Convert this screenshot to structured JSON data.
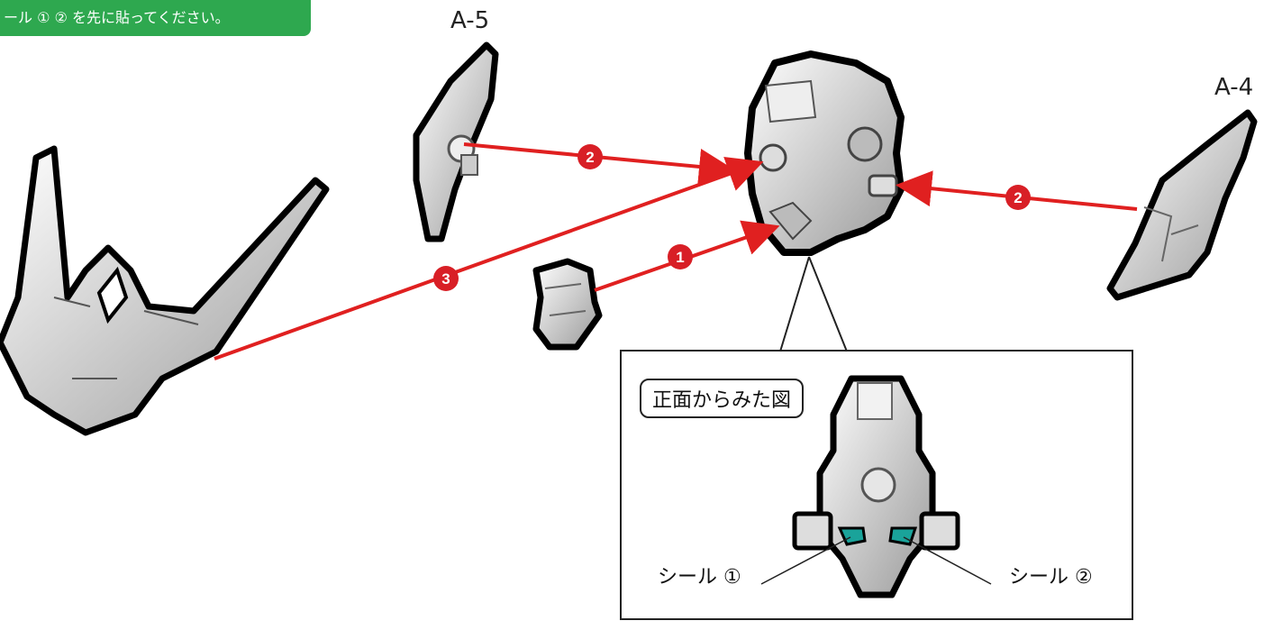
{
  "instruction": "ール ① ② を先に貼ってください。",
  "part_labels": {
    "a5": "A-5",
    "a4": "A-4"
  },
  "detail": {
    "title": "正面からみた図",
    "sticker_left": "シール ①",
    "sticker_right": "シール ②"
  },
  "steps": {
    "one": "1",
    "two": "2",
    "three": "3"
  },
  "colors": {
    "green": "#2ea84f",
    "arrow": "#e02020",
    "badge": "#d81f26",
    "part_fill": "#cfcfcf",
    "part_stroke": "#000000",
    "sticker": "#1aa39a"
  }
}
